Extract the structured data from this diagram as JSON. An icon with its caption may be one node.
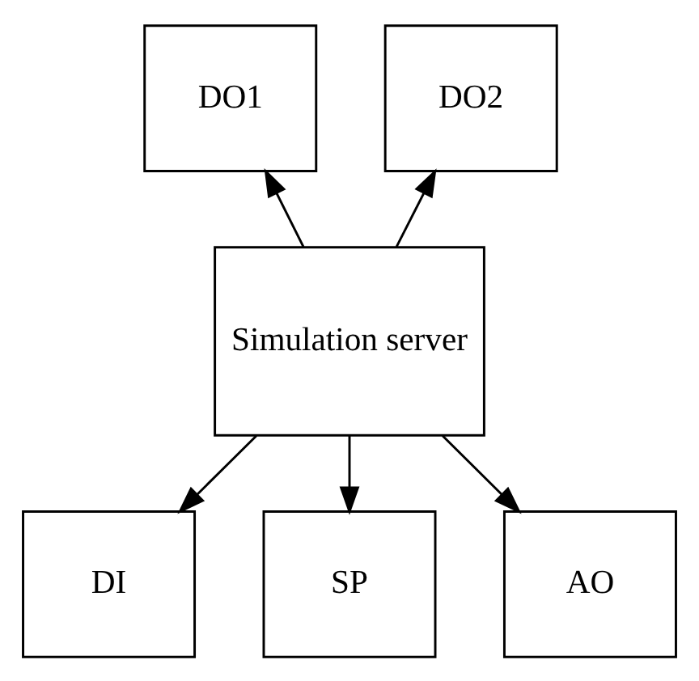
{
  "diagram": {
    "nodes": [
      {
        "text": [
          "DO1"
        ]
      },
      {
        "text": [
          "DO2"
        ]
      },
      {
        "text": [
          "Simulation server"
        ]
      },
      {
        "text": [
          "DI"
        ]
      },
      {
        "text": [
          "SP"
        ]
      },
      {
        "text": [
          "AO"
        ]
      }
    ],
    "edges": [
      {
        "from": 2,
        "to": 0,
        "arrow": "to"
      },
      {
        "from": 2,
        "to": 1,
        "arrow": "to"
      },
      {
        "from": 2,
        "to": 3,
        "arrow": "to"
      },
      {
        "from": 2,
        "to": 4,
        "arrow": "to"
      },
      {
        "from": 2,
        "to": 5,
        "arrow": "to"
      }
    ]
  }
}
